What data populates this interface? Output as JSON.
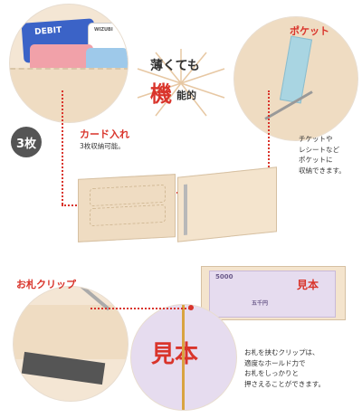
{
  "cards_label": "DEBIT",
  "card_brand": "WIZUBI",
  "pocket_title": "ポケット",
  "pocket_desc": [
    "チケットや",
    "レシートなど",
    "ポケットに",
    "収納できます。"
  ],
  "card_count_badge": "3枚",
  "card_title": "カード入れ",
  "card_desc": "3枚収納可能。",
  "slogan_line1": "薄くても",
  "slogan_big": "機",
  "slogan_small": "能的",
  "clip_title": "お札クリップ",
  "clip_desc": [
    "お札を挟むクリップは、",
    "適度なホールド力で",
    "お札をしっかりと",
    "押さえることができます。"
  ],
  "bill_amount": "5000",
  "bill_stamp": "見本",
  "bill_stamp_large": "見本",
  "bill_kanji": "五千円",
  "colors": {
    "accent": "#d9342b",
    "leather": "#efdcc2",
    "badge": "#555555"
  }
}
